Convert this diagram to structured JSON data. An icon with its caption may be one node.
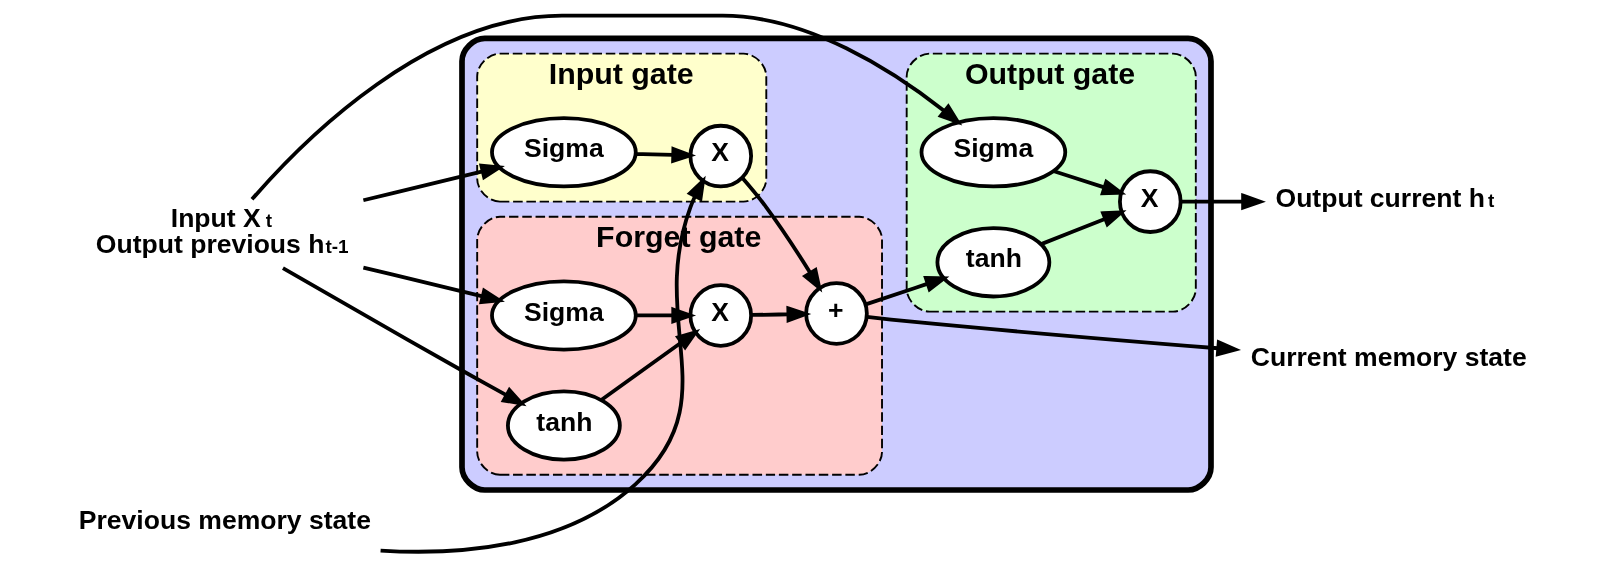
{
  "diagram": {
    "nodes": [
      {
        "text": [],
        "shape": "box"
      },
      {
        "text": [
          "Input gate"
        ],
        "in": 0
      },
      {
        "text": [
          "Forget gate"
        ],
        "in": 0
      },
      {
        "text": [
          "Output gate"
        ],
        "in": 0
      },
      {
        "text": [
          "Previous memory state"
        ]
      },
      {
        "text": [
          "Input X$_{t}$",
          "Output previous h$_{t-1}$"
        ]
      },
      {
        "text": [
          "X"
        ],
        "in": 1
      },
      {
        "text": [
          "Sigma"
        ],
        "in": 1
      },
      {
        "text": [
          "+"
        ],
        "in": 2
      },
      {
        "text": [
          "X"
        ],
        "in": 2
      },
      {
        "text": [
          "Sigma"
        ],
        "in": 2
      },
      {
        "text": [
          "tanh"
        ],
        "in": 2
      },
      {
        "text": [
          "tanh"
        ],
        "in": 3
      },
      {
        "text": [
          "Sigma"
        ],
        "in": 3
      },
      {
        "text": [
          "X"
        ],
        "in": 3
      },
      {
        "text": [
          "Current memory state"
        ]
      },
      {
        "text": [
          "Output current h$_{t}$"
        ]
      }
    ],
    "edges": [
      {
        "from": 4,
        "to": 6,
        "arrow": "to"
      },
      {
        "from": 6,
        "to": 8,
        "arrow": "to"
      },
      {
        "from": 8,
        "to": 15,
        "arrow": "to"
      },
      {
        "from": 8,
        "to": 12,
        "arrow": "to"
      },
      {
        "from": 7,
        "to": 6,
        "arrow": "to"
      },
      {
        "from": 9,
        "to": 8,
        "arrow": "to"
      },
      {
        "from": 10,
        "to": 9,
        "arrow": "to"
      },
      {
        "from": 11,
        "to": 9,
        "arrow": "to"
      },
      {
        "from": 5,
        "to": 7,
        "arrow": "to"
      },
      {
        "from": 5,
        "to": 10,
        "arrow": "to"
      },
      {
        "from": 5,
        "to": 11,
        "arrow": "to"
      },
      {
        "from": 5,
        "to": 13,
        "arrow": "to"
      },
      {
        "from": 12,
        "to": 14,
        "arrow": "to"
      },
      {
        "from": 13,
        "to": 14,
        "arrow": "to"
      },
      {
        "from": 14,
        "to": 16,
        "arrow": "to"
      }
    ]
  }
}
